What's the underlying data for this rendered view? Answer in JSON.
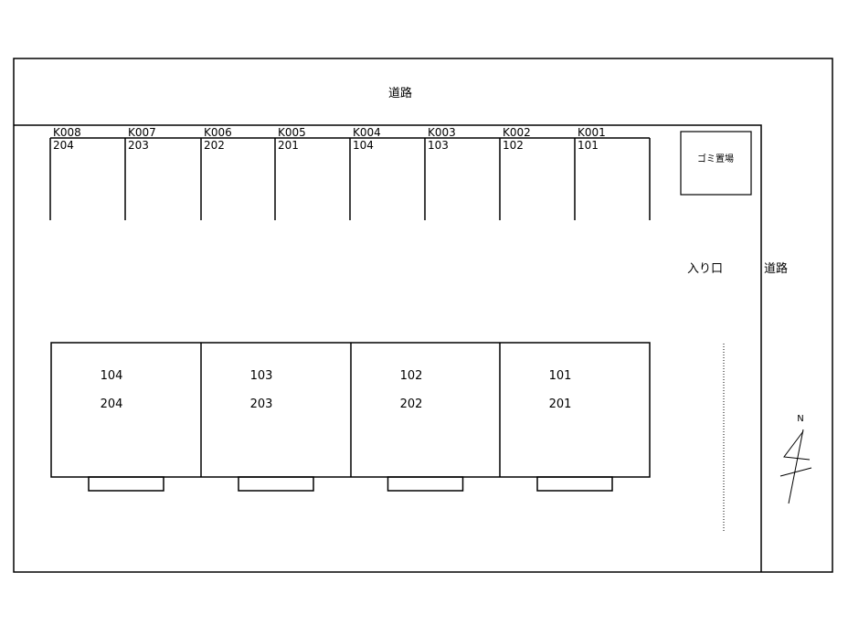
{
  "roads": {
    "top": "道路",
    "right": "道路"
  },
  "entrance": "入り口",
  "garbage": "ゴミ置場",
  "compass": "N",
  "parking": [
    {
      "code": "K008",
      "unit": "204"
    },
    {
      "code": "K007",
      "unit": "203"
    },
    {
      "code": "K006",
      "unit": "202"
    },
    {
      "code": "K005",
      "unit": "201"
    },
    {
      "code": "K004",
      "unit": "104"
    },
    {
      "code": "K003",
      "unit": "103"
    },
    {
      "code": "K002",
      "unit": "102"
    },
    {
      "code": "K001",
      "unit": "101"
    }
  ],
  "buildings": [
    {
      "lower": "104",
      "upper": "204"
    },
    {
      "lower": "103",
      "upper": "203"
    },
    {
      "lower": "102",
      "upper": "202"
    },
    {
      "lower": "101",
      "upper": "201"
    }
  ]
}
